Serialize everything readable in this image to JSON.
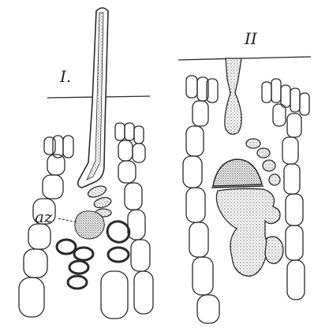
{
  "figure": {
    "panel_left_label": "I.",
    "panel_right_label": "II",
    "annotation_label": "az"
  },
  "colors": {
    "ink": "#2a2a2a",
    "paper": "#ffffff",
    "stipple": "#6a6a6a"
  }
}
